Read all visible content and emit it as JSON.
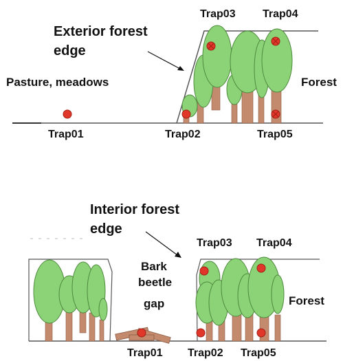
{
  "top_panel": {
    "exterior_edge_label_line1": "Exterior forest",
    "exterior_edge_label_line2": "edge",
    "pasture_label": "Pasture, meadows",
    "forest_label": "Forest",
    "traps": [
      "Trap01",
      "Trap02",
      "Trap03",
      "Trap04",
      "Trap05"
    ]
  },
  "bottom_panel": {
    "interior_edge_label_line1": "Interior forest",
    "interior_edge_label_line2": "edge",
    "bark_beetle_label_line1": "Bark",
    "bark_beetle_label_line2": "beetle",
    "gap_label": "gap",
    "forest_label": "Forest",
    "traps": [
      "Trap01",
      "Trap02",
      "Trap03",
      "Trap04",
      "Trap05"
    ]
  },
  "colors": {
    "canopy": "#8cd276",
    "canopy_outline": "#4e8a3e",
    "trunk": "#c48a6e",
    "trap": "#e0372a",
    "trap_outline": "#a31f14",
    "ground_line": "#555555"
  }
}
